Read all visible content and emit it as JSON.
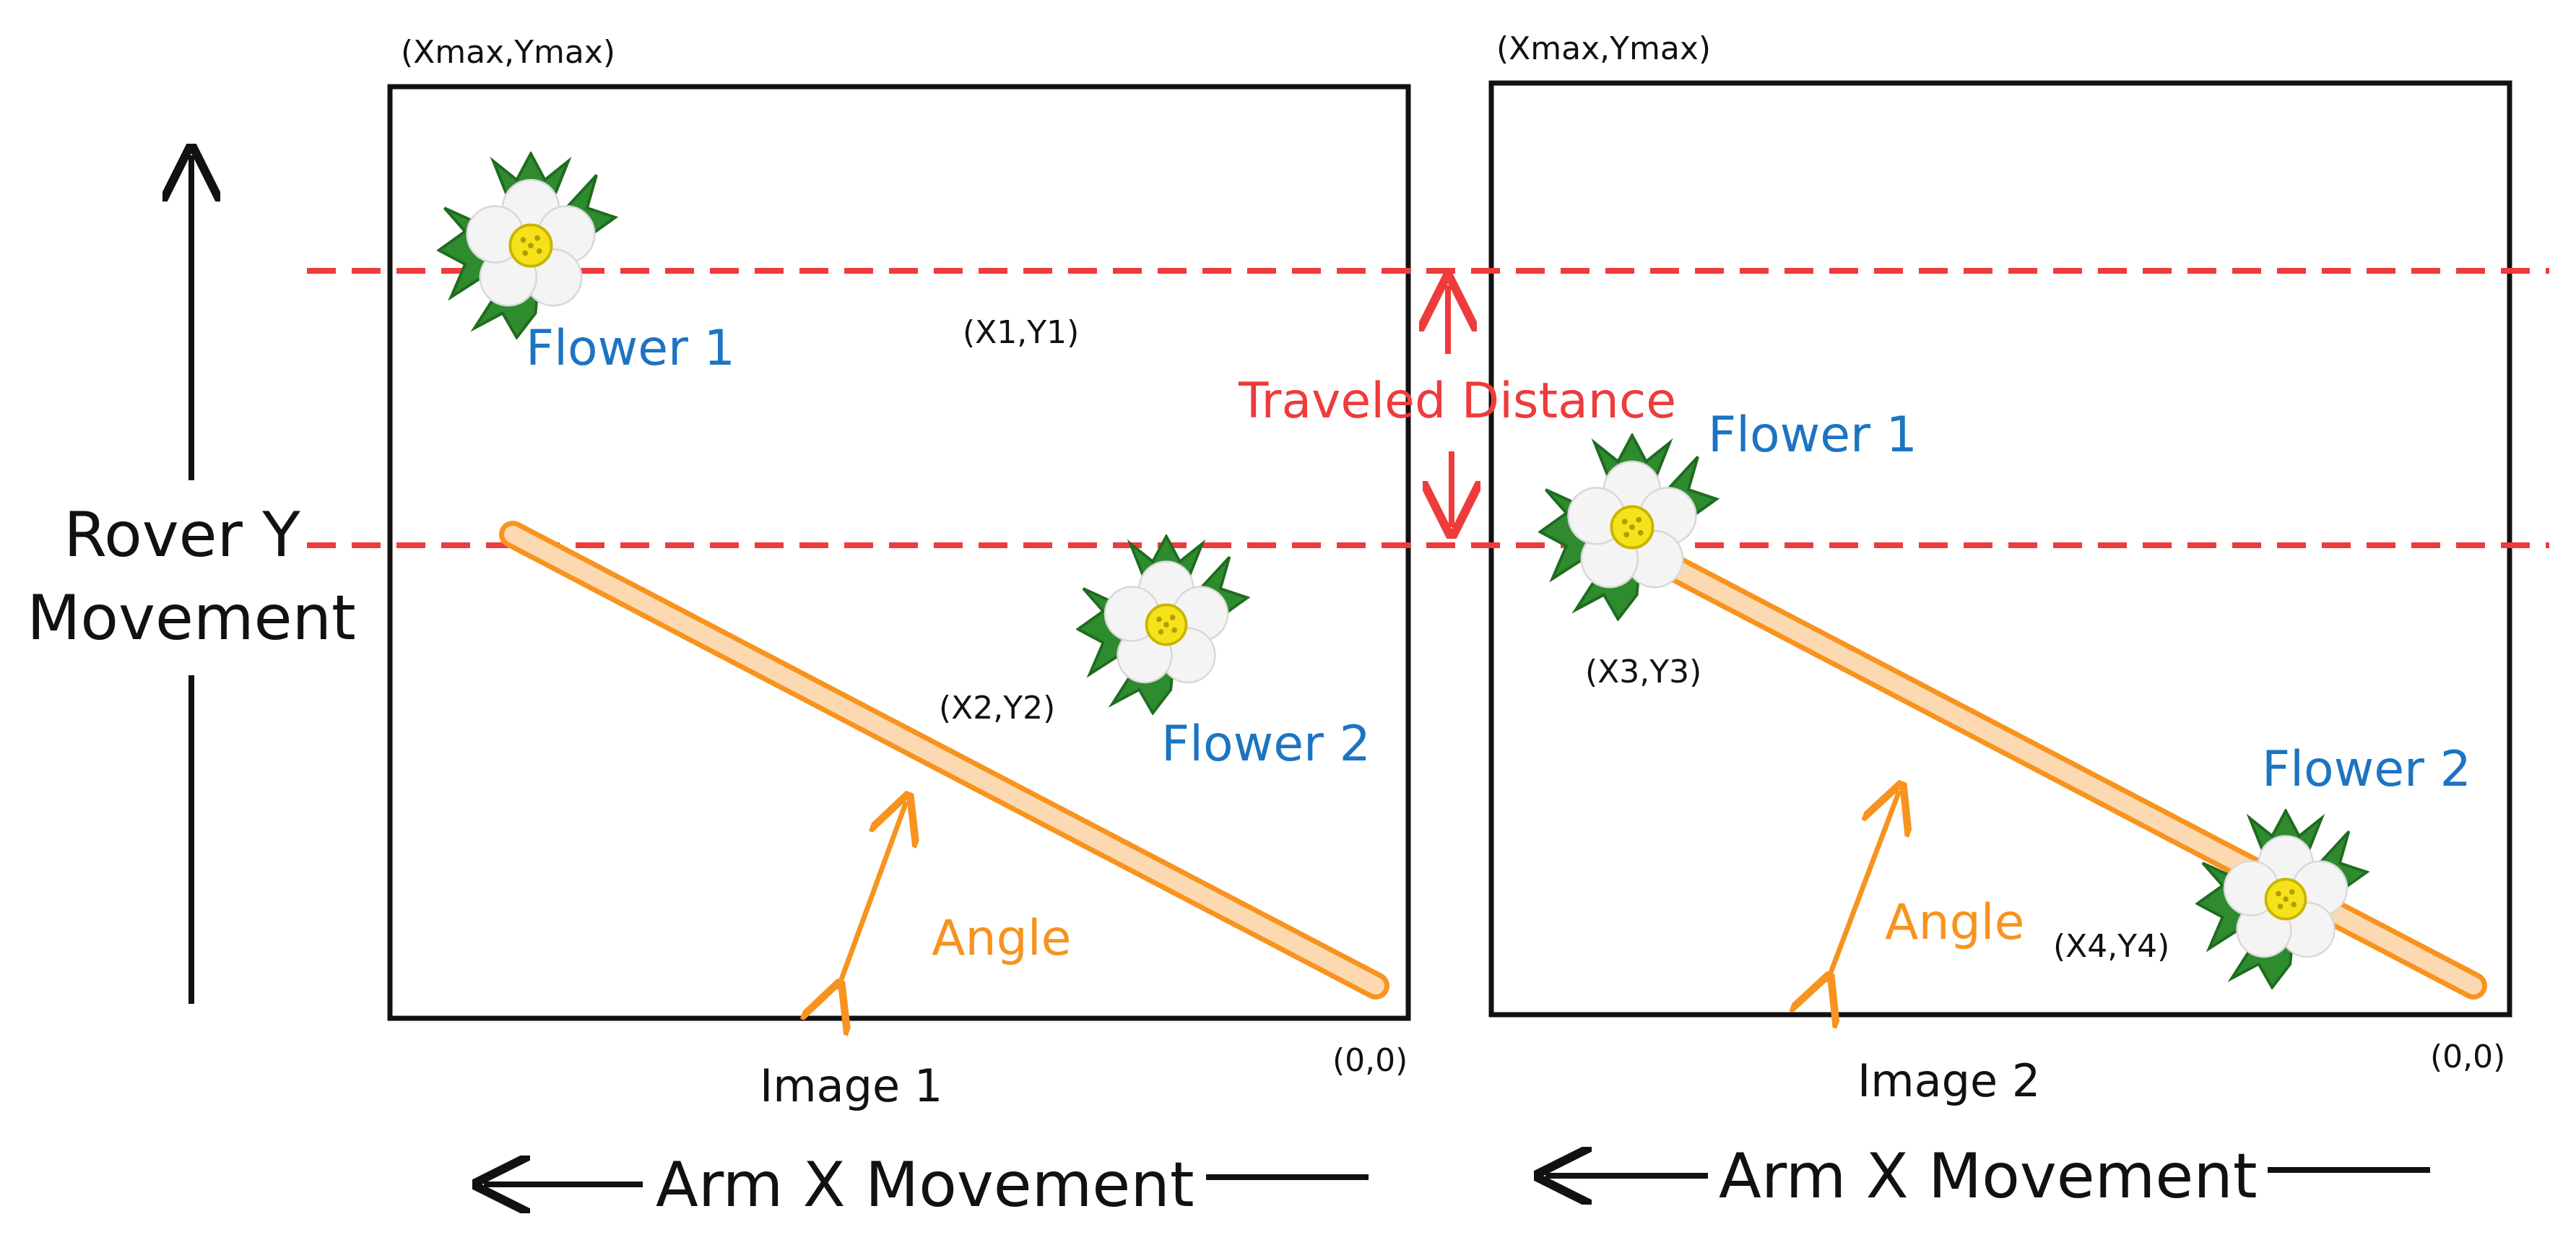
{
  "colors": {
    "frame": "#111111",
    "dashed_line": "#ee3b3b",
    "flower_label": "#1c74c2",
    "angle": "#f7931e",
    "arm_fill": "#fcd9b0",
    "arm_stroke": "#f7931e",
    "travel": "#ee3b3b",
    "leaf": "#2e8b2e",
    "petal": "#f4f4f4",
    "center": "#f5e21a"
  },
  "icons": {
    "flower": "strawberry-flower-icon",
    "arrow": "arrow-icon"
  },
  "image1": {
    "caption": "Image 1",
    "corner_max": "(Xmax,Ymax)",
    "corner_origin": "(0,0)",
    "flower1_label": "Flower 1",
    "flower1_coord": "(X1,Y1)",
    "flower2_label": "Flower 2",
    "flower2_coord": "(X2,Y2)",
    "angle_label": "Angle"
  },
  "image2": {
    "caption": "Image 2",
    "corner_max": "(Xmax,Ymax)",
    "corner_origin": "(0,0)",
    "flower1_label": "Flower 1",
    "flower1_coord": "(X3,Y3)",
    "flower2_label": "Flower 2",
    "flower2_coord": "(X4,Y4)",
    "angle_label": "Angle"
  },
  "traveled_distance_label": "Traveled Distance",
  "rover_label_line1": "Rover Y",
  "rover_label_line2": "Movement",
  "arm_label_left": "Arm X Movement",
  "arm_label_right": "Arm X Movement"
}
